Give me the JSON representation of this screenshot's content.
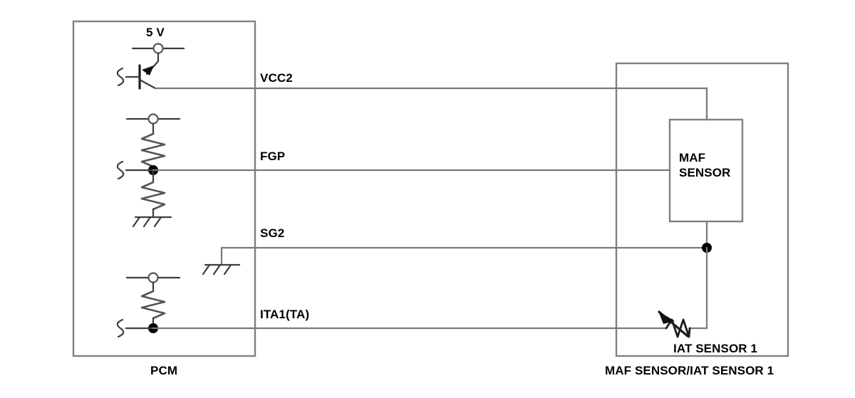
{
  "diagram": {
    "title": "MAF SENSOR/IAT SENSOR 1 circuit",
    "colors": {
      "background": "#ffffff",
      "box_outline": "#808080",
      "wire": "#7a7a7a",
      "symbol": "#3c3c3c",
      "text": "#000000",
      "node": "#000000"
    },
    "left_module": {
      "caption": "PCM",
      "supply_label": "5 V",
      "pins": [
        {
          "name": "VCC2",
          "label": "VCC2"
        },
        {
          "name": "FGP",
          "label": "FGP"
        },
        {
          "name": "SG2",
          "label": "SG2"
        },
        {
          "name": "ITA1",
          "label": "ITA1(TA)"
        }
      ],
      "internal_symbols": [
        "pnp-transistor",
        "pull-up-resistor",
        "pull-down-resistor",
        "chassis-ground",
        "signal-ground",
        "pull-up-resistor-iat"
      ]
    },
    "right_module": {
      "caption": "MAF SENSOR/IAT SENSOR 1",
      "inner_box_label": "MAF\nSENSOR",
      "inner_box_line1": "MAF",
      "inner_box_line2": "SENSOR",
      "thermistor_label": "IAT SENSOR 1",
      "components": [
        "maf-sensor-block",
        "iat-thermistor"
      ]
    },
    "connections": [
      {
        "from": "PCM.VCC2",
        "to": "MAF SENSOR supply"
      },
      {
        "from": "PCM.FGP",
        "to": "MAF SENSOR signal"
      },
      {
        "from": "PCM.SG2",
        "to": "sensor ground node"
      },
      {
        "from": "PCM.ITA1(TA)",
        "to": "IAT SENSOR 1 thermistor"
      }
    ]
  }
}
